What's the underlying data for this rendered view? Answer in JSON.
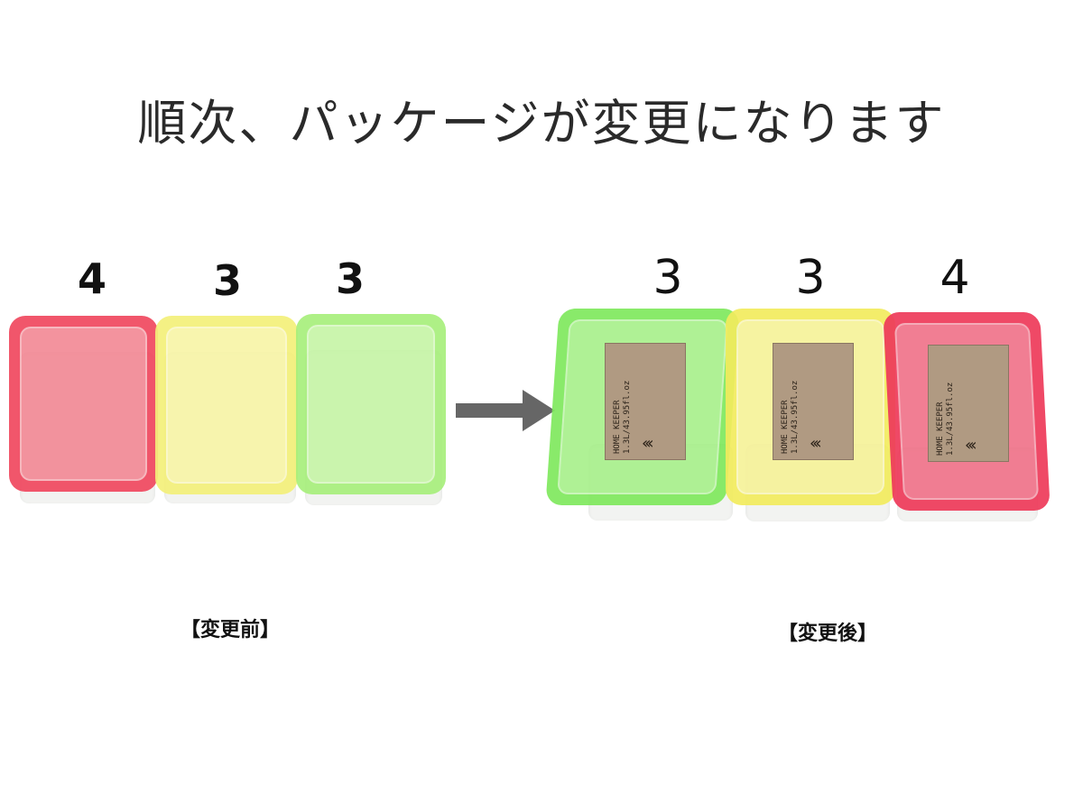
{
  "headline": "順次、パッケージが変更になります",
  "before": {
    "caption": "【変更前】",
    "counts": [
      "4",
      "3",
      "3"
    ],
    "colors": [
      "#f0485f",
      "#f4f07a",
      "#a6ef7a"
    ]
  },
  "after": {
    "caption": "【変更後】",
    "counts": [
      "3",
      "3",
      "4"
    ],
    "colors": [
      "#7de85a",
      "#f2ec5e",
      "#ee3a5a"
    ],
    "label": {
      "line1": "HOME KEEPER",
      "line2": "1.3L/43.95fl.oz"
    }
  },
  "arrow_icon": "right-arrow-icon",
  "arrow_color": "#666666"
}
